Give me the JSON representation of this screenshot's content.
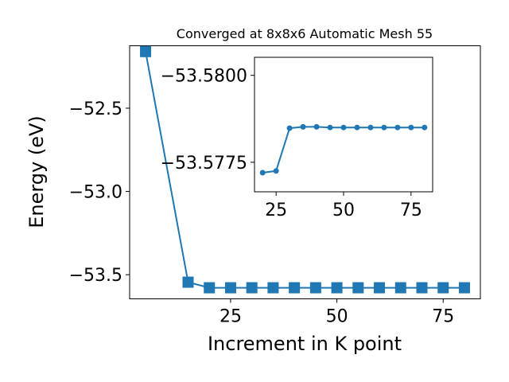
{
  "chart_data": [
    {
      "type": "line",
      "title": "Converged at 8x8x6 Automatic Mesh 55",
      "xlabel": "Increment in K point",
      "ylabel": "Energy (eV)",
      "xlim": [
        1.25,
        83.75
      ],
      "ylim": [
        -53.645,
        -52.125
      ],
      "xticks": [
        25,
        50,
        75
      ],
      "xtick_labels": [
        "25",
        "50",
        "75"
      ],
      "yticks": [
        -53.5,
        -53.0,
        -52.5
      ],
      "ytick_labels": [
        "−53.5",
        "−53.0",
        "−52.5"
      ],
      "grid": false,
      "marker": "square",
      "color": "#1f77b4",
      "series": [
        {
          "x": [
            5,
            15,
            20,
            25,
            30,
            35,
            40,
            45,
            50,
            55,
            60,
            65,
            70,
            75,
            80
          ],
          "y": [
            -52.16,
            -53.545,
            -53.5785,
            -53.5785,
            -53.5784,
            -53.5784,
            -53.5784,
            -53.5784,
            -53.5784,
            -53.5784,
            -53.5784,
            -53.5784,
            -53.5784,
            -53.5784,
            -53.5784
          ]
        }
      ]
    },
    {
      "type": "line",
      "title": "",
      "xlabel": "",
      "ylabel": "",
      "xlim": [
        17,
        83
      ],
      "ylim": [
        -53.57665,
        -53.58052
      ],
      "xticks": [
        25,
        50,
        75
      ],
      "xtick_labels": [
        "25",
        "50",
        "75"
      ],
      "yticks": [
        -53.5775,
        -53.58
      ],
      "ytick_labels": [
        "−53.5775",
        "−53.5800"
      ],
      "grid": false,
      "marker": "circle",
      "color": "#1f77b4",
      "series": [
        {
          "x": [
            20,
            25,
            30,
            35,
            40,
            45,
            50,
            55,
            60,
            65,
            70,
            75,
            80
          ],
          "y": [
            -53.5772,
            -53.57725,
            -53.57848,
            -53.57852,
            -53.57852,
            -53.5785,
            -53.5785,
            -53.5785,
            -53.5785,
            -53.5785,
            -53.5785,
            -53.5785,
            -53.5785
          ]
        }
      ]
    }
  ]
}
